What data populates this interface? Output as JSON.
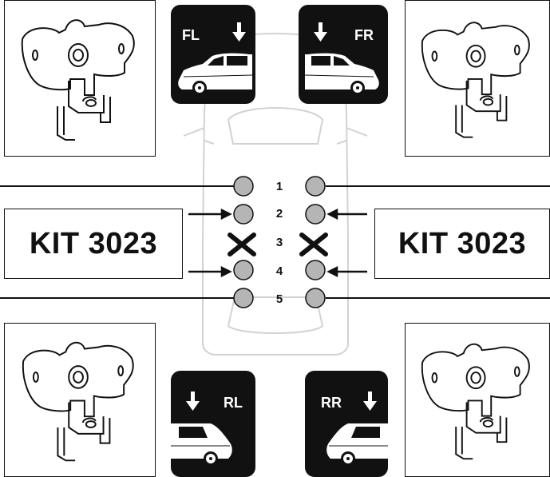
{
  "left_kit": {
    "label": "KIT 3023"
  },
  "right_kit": {
    "label": "KIT 3023"
  },
  "tags": {
    "fl": {
      "label": "FL"
    },
    "fr": {
      "label": "FR"
    },
    "rl": {
      "label": "RL"
    },
    "rr": {
      "label": "RR"
    }
  },
  "positions": [
    "1",
    "2",
    "3",
    "4",
    "5"
  ],
  "colors": {
    "pin": "#b5b5b5",
    "outline": "#d2d2d2",
    "ink": "#111111"
  },
  "icons": [
    "bracket-icon",
    "car-side-icon",
    "down-arrow-icon",
    "cross-mark-icon"
  ]
}
